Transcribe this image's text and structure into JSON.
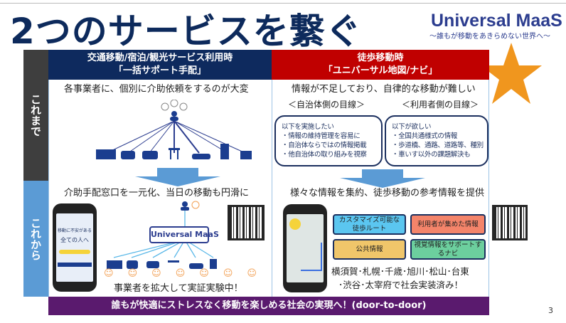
{
  "title": "2つのサービスを繋ぐ",
  "logo": {
    "name": "Universal MaaS",
    "tagline": "～誰もが移動をあきらめない世界へ～"
  },
  "side": {
    "before": "これまで",
    "after": "これから"
  },
  "left": {
    "header_line1": "交通移動/宿泊/観光サービス利用時",
    "header_line2": "「一括サポート手配」",
    "problem": "各事業者に、個別に介助依頼をするのが大変",
    "solution": "介助手配窓口を一元化、当日の移動も円滑に",
    "hub_label": "Universal MaaS",
    "phone_text1": "移動に不安がある",
    "phone_text2": "全ての人へ",
    "expansion": "事業者を拡大して実証実験中！"
  },
  "right": {
    "header_line1": "徒歩移動時",
    "header_line2": "「ユニバーサル地図/ナビ」",
    "problem": "情報が不足しており、自律的な移動が難しい",
    "goal_municipal": {
      "title": "＜自治体側の目線＞",
      "items": [
        "以下を実施したい",
        "・情報の維持管理を容易に",
        "・自治体ならではの情報掲載",
        "・他自治体の取り組みを視察"
      ]
    },
    "goal_user": {
      "title": "＜利用者側の目線＞",
      "items": [
        "以下が欲しい",
        "・全国共通様式の情報",
        "・歩道橋、通路、道路等、種別",
        "・車いす以外の課題解決も"
      ]
    },
    "solution": "様々な情報を集約、徒歩移動の参考情報を提供",
    "tiles": [
      "カスタマイズ可能な徒歩ルート",
      "利用者が集めた情報",
      "公共情報",
      "視覚情報をサポートするナビ"
    ],
    "cities_line1": "横須賀･札幌･千歳･旭川･松山･台東",
    "cities_line2": "･渋谷･太宰府で社会実装済み！"
  },
  "bottom_banner": "誰もが快適にストレスなく移動を楽しめる社会の実現へ！(door-to-door)",
  "page_number": "3",
  "colors": {
    "navy": "#0e2a5e",
    "red": "#c00000",
    "purple": "#5a1a6e",
    "star": "#f0961e",
    "blue": "#5b9bd5"
  }
}
